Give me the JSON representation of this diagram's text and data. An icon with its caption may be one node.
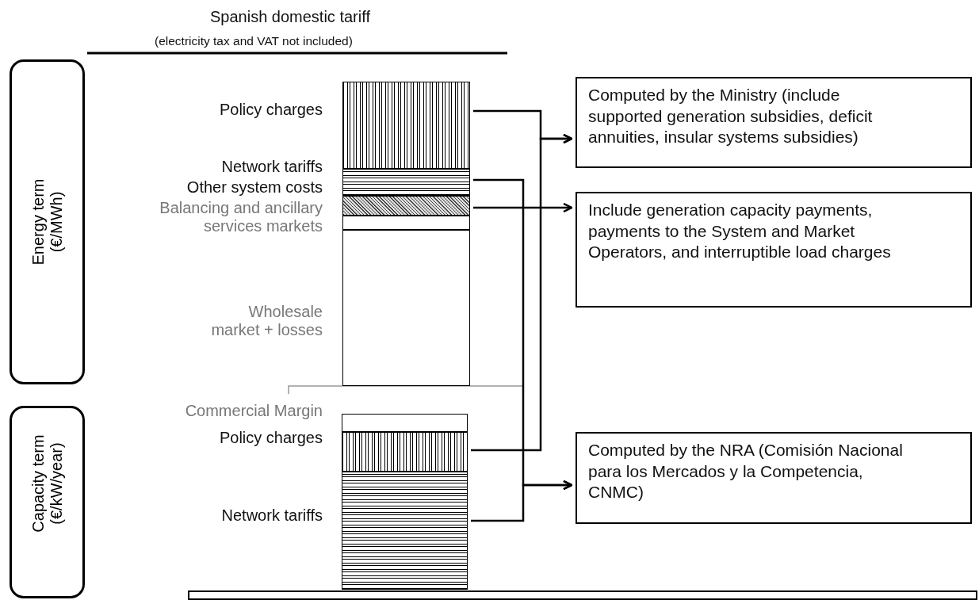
{
  "diagram": {
    "title": "Spanish domestic tariff",
    "nodes": [
      {
        "text": [
          "Energy term (€/MWh)"
        ]
      },
      {
        "text": [
          "Capacity term (€/kW/year)"
        ]
      },
      {
        "text": [],
        "shape": "bar",
        "beside": [
          "Policy charges"
        ]
      },
      {
        "text": [],
        "shape": "bar",
        "beside": [
          "Network tariffs"
        ]
      },
      {
        "text": [],
        "shape": "bar",
        "beside": [
          "Other system costs"
        ]
      },
      {
        "text": [],
        "shape": "bar",
        "beside": [
          "Balancing and ancillary services markets"
        ]
      },
      {
        "text": [],
        "shape": "bar",
        "beside": [
          "Wholesale market + losses"
        ]
      },
      {
        "text": [],
        "shape": "bar",
        "beside": [
          "Commercial Margin"
        ]
      },
      {
        "text": [],
        "shape": "bar",
        "beside": [
          "Policy charges"
        ]
      },
      {
        "text": [],
        "shape": "bar",
        "beside": [
          "Network tariffs"
        ]
      },
      {
        "text": [
          "Computed by the Ministry (include supported generation subsidies, deficit annuities, insular systems subsidies)"
        ]
      },
      {
        "text": [
          "Include generation capacity payments, payments to the System and Market Operators, and interruptible load charges"
        ]
      },
      {
        "text": [
          "Computed by the NRA (Comisión Nacional para los Mercados y la Competencia, CNMC)"
        ]
      },
      {
        "text": [],
        "shape": "box"
      }
    ],
    "edges": [
      {
        "from": 2,
        "to": 10,
        "arrow": "to"
      },
      {
        "from": 8,
        "to": 10,
        "arrow": "to"
      },
      {
        "from": 4,
        "to": 11,
        "arrow": "to"
      },
      {
        "from": 3,
        "to": 12,
        "arrow": "to"
      },
      {
        "from": 9,
        "to": 12,
        "arrow": "to"
      }
    ],
    "labels": [
      "(electricity tax and VAT not included)"
    ]
  }
}
